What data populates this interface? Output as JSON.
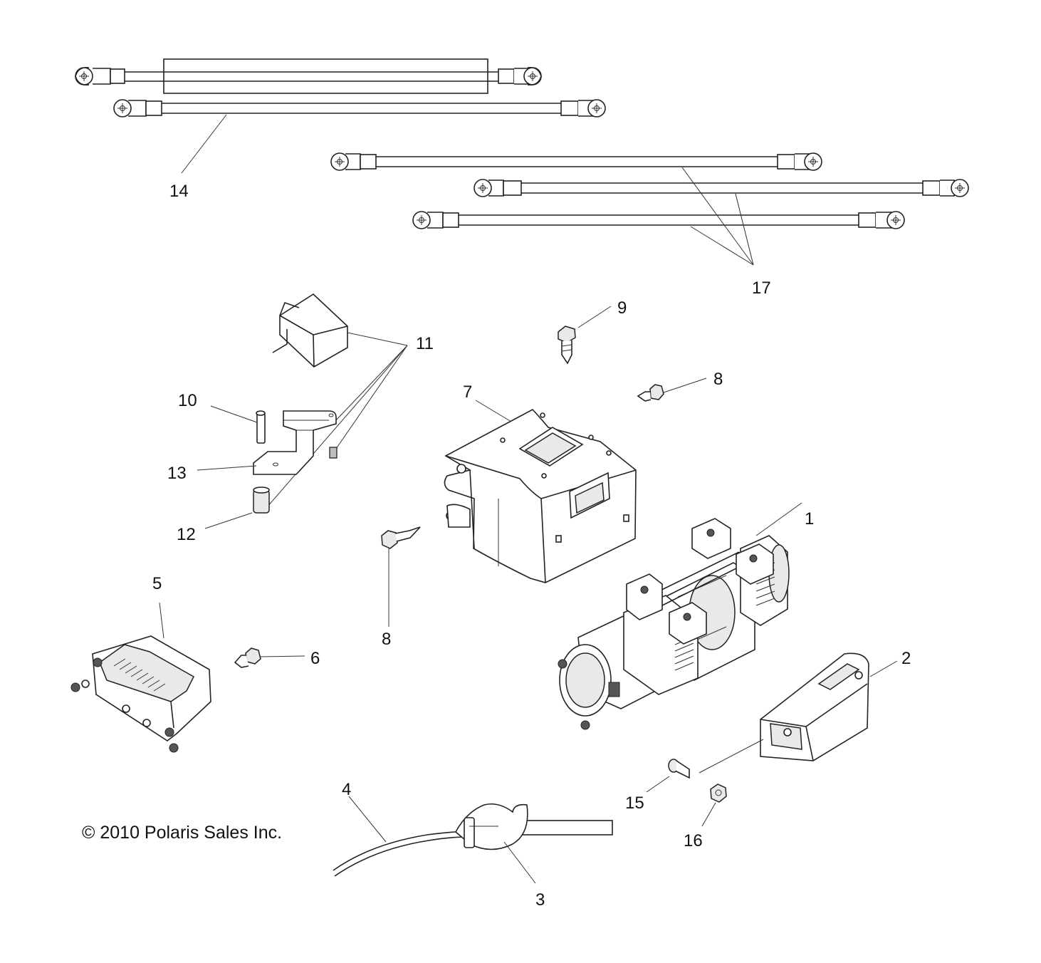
{
  "diagram": {
    "copyright": "© 2010 Polaris Sales Inc.",
    "callouts": {
      "c1": "1",
      "c2": "2",
      "c3": "3",
      "c4": "4",
      "c5": "5",
      "c6": "6",
      "c7": "7",
      "c8a": "8",
      "c8b": "8",
      "c9": "9",
      "c10": "10",
      "c11": "11",
      "c12": "12",
      "c13": "13",
      "c14": "14",
      "c15": "15",
      "c16": "16",
      "c17": "17"
    }
  }
}
